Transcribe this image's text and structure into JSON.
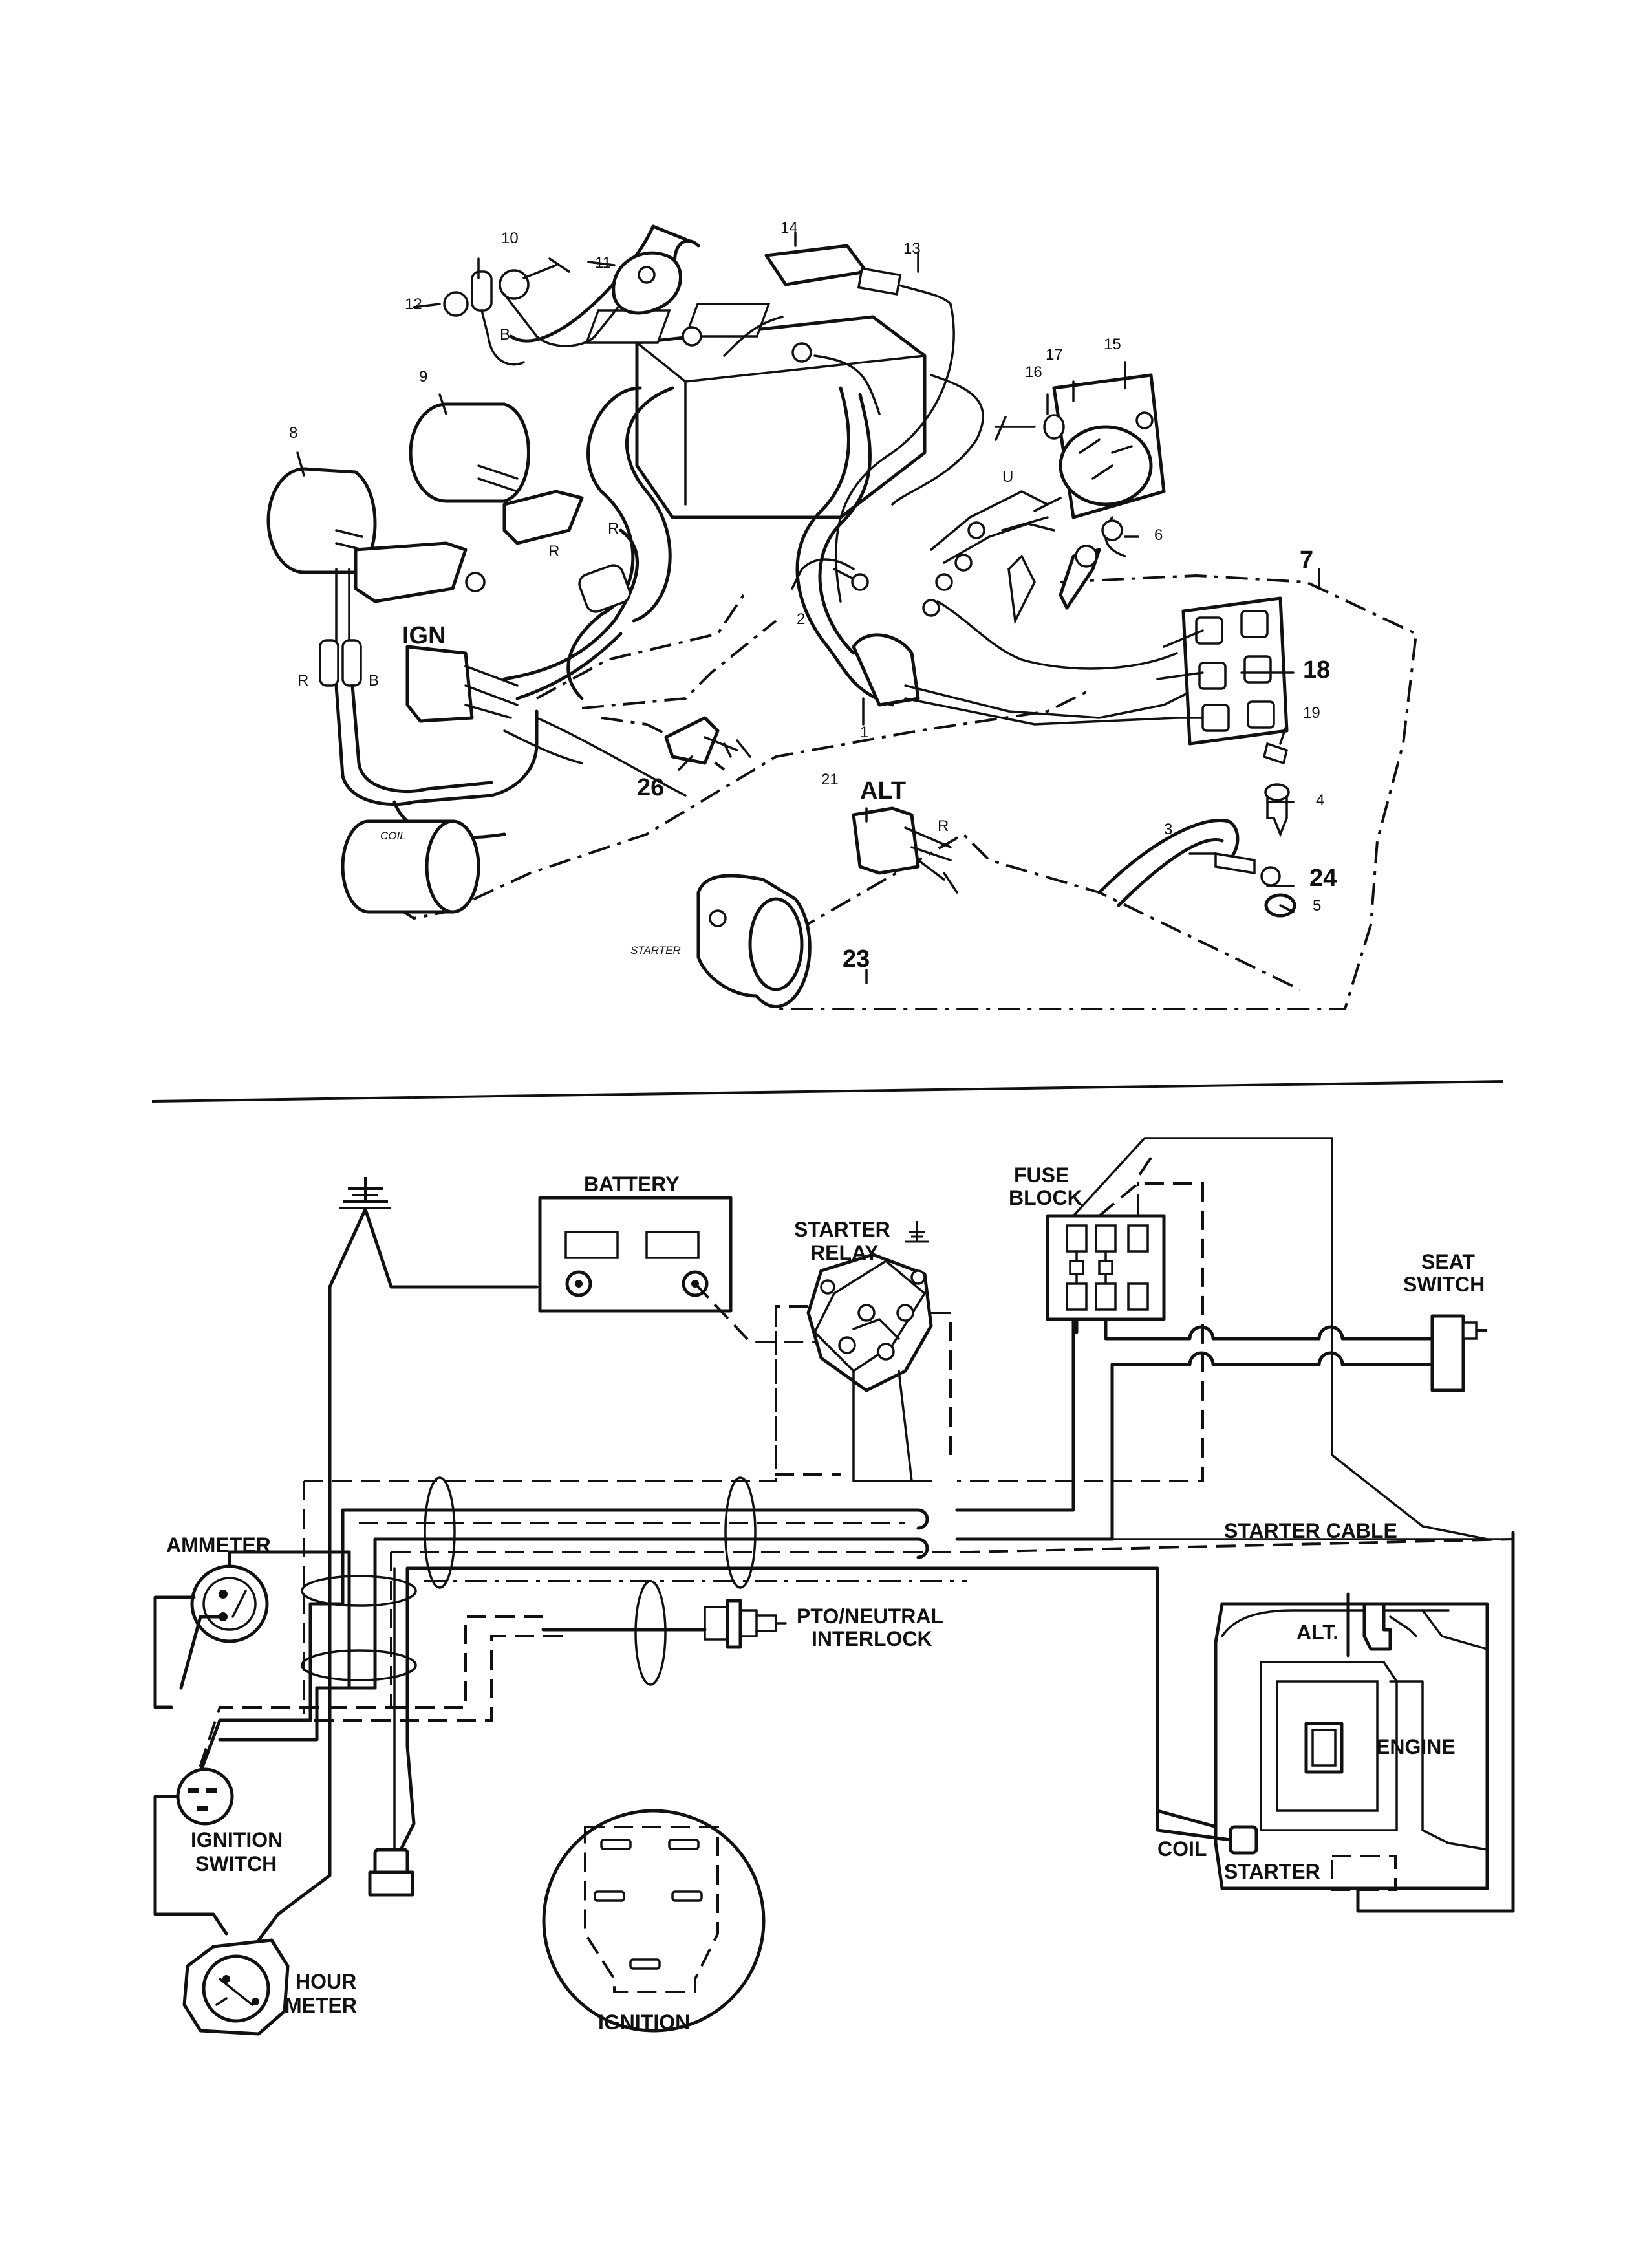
{
  "callouts": {
    "n1": "1",
    "n2": "2",
    "n3": "3",
    "n4": "4",
    "n5": "5",
    "n6": "6",
    "n7": "7",
    "n8": "8",
    "n9": "9",
    "n10": "10",
    "n11": "11",
    "n12": "12",
    "n13": "13",
    "n14": "14",
    "n15": "15",
    "n16": "16",
    "n17": "17",
    "n18": "18",
    "n19": "19",
    "n21": "21",
    "n23": "23",
    "n24": "24",
    "n26": "26"
  },
  "exploded": {
    "ign": "IGN",
    "alt": "ALT",
    "coil": "COIL",
    "starter": "STARTER",
    "b1": "B",
    "b2": "B",
    "r1": "R",
    "r2": "R",
    "r3": "R",
    "r4": "R",
    "u": "U"
  },
  "schematic": {
    "battery": "BATTERY",
    "starter_relay_line1": "STARTER",
    "starter_relay_line2": "RELAY",
    "fuse_block_line1": "FUSE",
    "fuse_block_line2": "BLOCK",
    "seat_switch_line1": "SEAT",
    "seat_switch_line2": "SWITCH",
    "starter_cable": "STARTER CABLE",
    "ammeter": "AMMETER",
    "pto_line1": "PTO/NEUTRAL",
    "pto_line2": "INTERLOCK",
    "alt": "ALT.",
    "engine": "ENGINE",
    "coil": "COIL",
    "starter": "STARTER",
    "ignition_switch_line1": "IGNITION",
    "ignition_switch_line2": "SWITCH",
    "hour_meter_line1": "HOUR",
    "hour_meter_line2": "METER",
    "ignition": "IGNITION"
  }
}
